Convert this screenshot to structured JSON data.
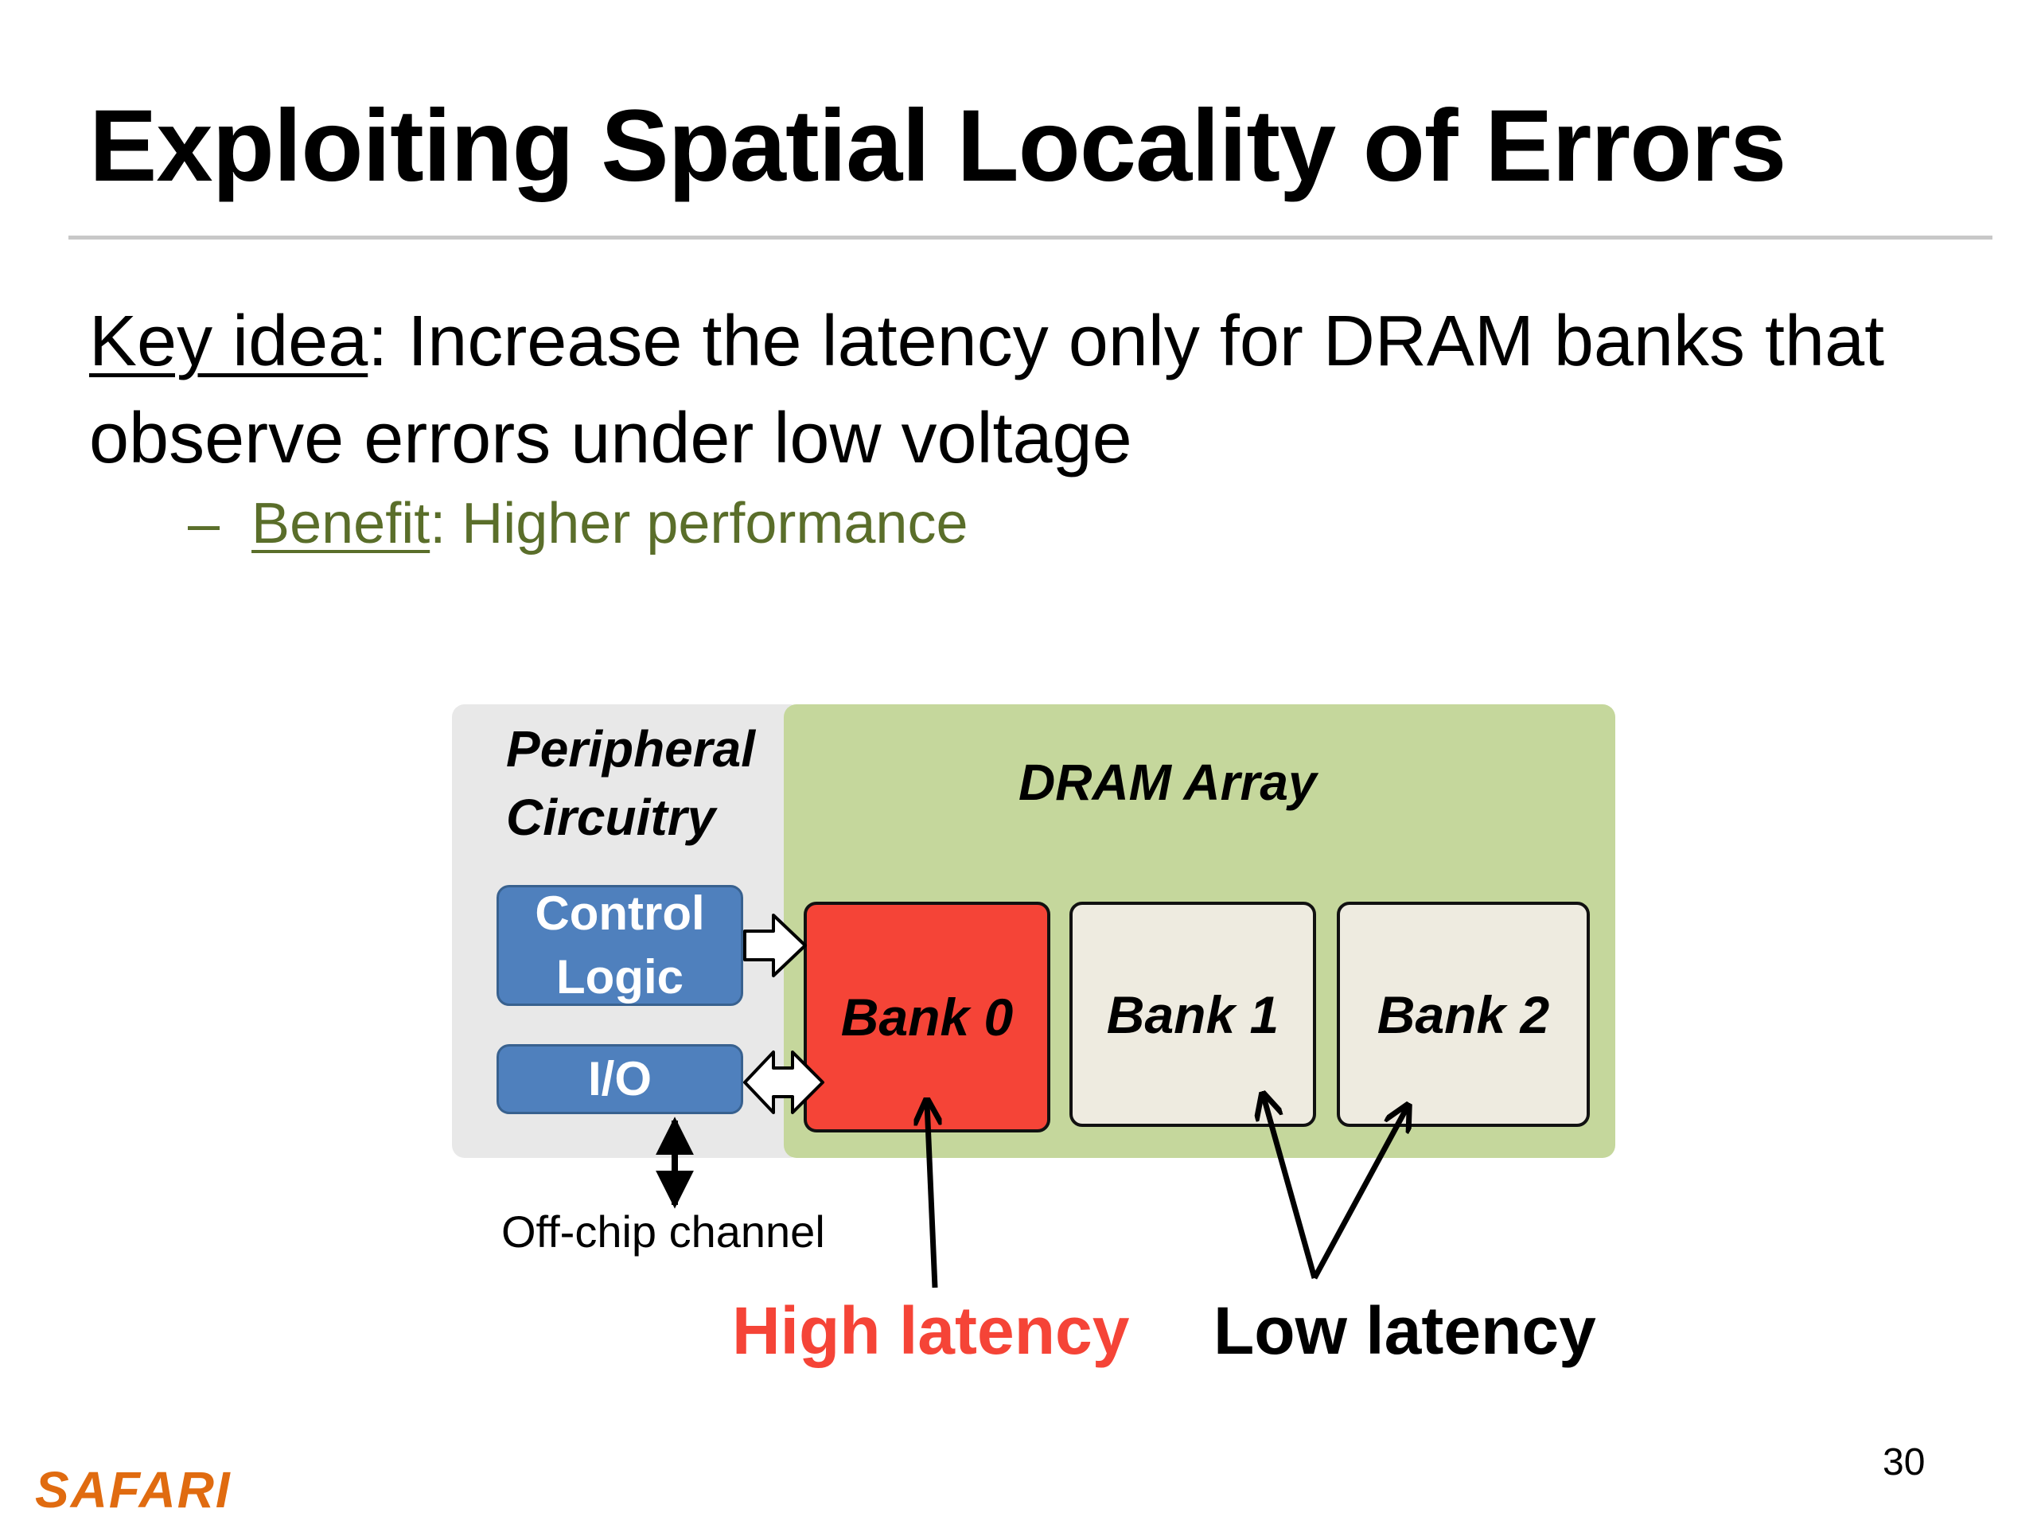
{
  "title": "Exploiting Spatial Locality of Errors",
  "bullet": {
    "lead": "Key idea",
    "text": ": Increase the latency only for DRAM banks that observe errors under low voltage"
  },
  "sub_bullet": {
    "dash": "–",
    "lead": "Benefit",
    "text": ": Higher performance"
  },
  "diagram": {
    "peripheral_label": {
      "line1": "Peripheral",
      "line2": "Circuitry"
    },
    "array_label": "DRAM Array",
    "control_logic": {
      "line1": "Control",
      "line2": "Logic"
    },
    "io": "I/O",
    "banks": [
      "Bank 0",
      "Bank 1",
      "Bank 2"
    ],
    "offchip": "Off-chip channel",
    "high_latency": "High latency",
    "low_latency": "Low latency"
  },
  "colors": {
    "high_latency": "#f54437",
    "array_bg": "#c5d79c",
    "peripheral_bg": "#e8e8e8",
    "blue_block": "#4f80bd",
    "subbullet": "#5a6e2a",
    "logo": "#e06b10"
  },
  "footer": {
    "logo": "SAFARI",
    "page": "30"
  }
}
